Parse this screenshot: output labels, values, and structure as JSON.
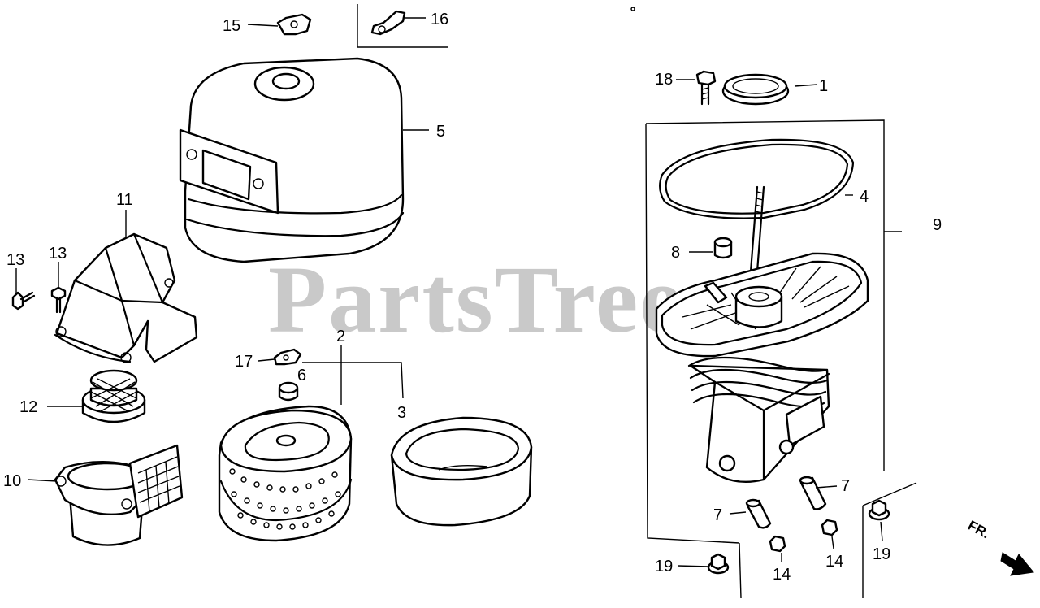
{
  "watermark": "PartsTree",
  "direction_label": "FR.",
  "callouts": {
    "c1": "1",
    "c2": "2",
    "c3": "3",
    "c4": "4",
    "c5": "5",
    "c6": "6",
    "c7a": "7",
    "c7b": "7",
    "c8": "8",
    "c9": "9",
    "c10": "10",
    "c11": "11",
    "c12": "12",
    "c13a": "13",
    "c13b": "13",
    "c14a": "14",
    "c14b": "14",
    "c15": "15",
    "c16": "16",
    "c17": "17",
    "c18": "18",
    "c19a": "19",
    "c19b": "19"
  },
  "colors": {
    "line": "#000000",
    "watermark": "#c9c9c9",
    "background": "#ffffff"
  }
}
